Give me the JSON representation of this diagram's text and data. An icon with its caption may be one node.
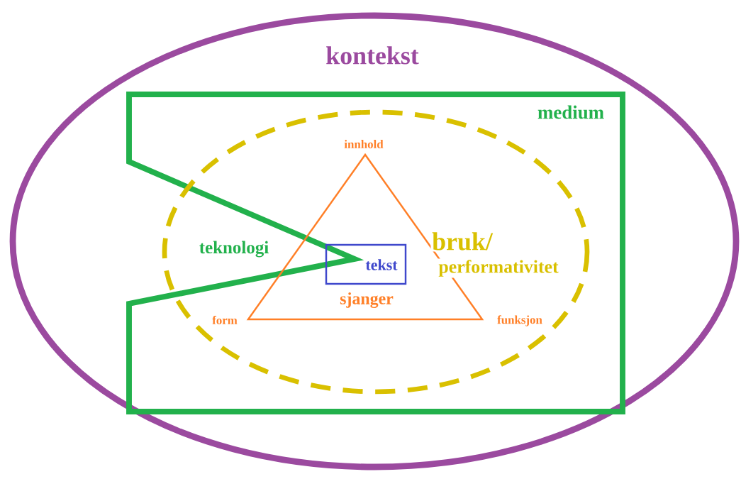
{
  "diagram": {
    "nodes": [
      {
        "text": [
          "kontekst"
        ]
      },
      {
        "text": [
          "medium"
        ],
        "in": 0
      },
      {
        "text": [
          "bruk/",
          "performativitet"
        ],
        "in": 1
      },
      {
        "text": [
          "sjanger"
        ],
        "in": 2
      },
      {
        "text": [
          "tekst"
        ],
        "in": 3
      }
    ],
    "labels": [
      "innhold",
      "teknologi",
      "form",
      "funksjon"
    ]
  }
}
